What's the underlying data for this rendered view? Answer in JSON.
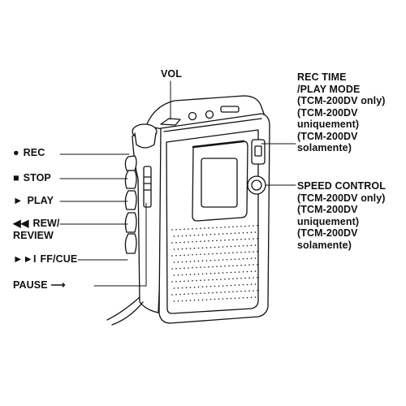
{
  "labels": {
    "vol": "VOL",
    "rec_time": [
      "REC TIME",
      "/PLAY MODE",
      "(TCM-200DV only)",
      "(TCM-200DV",
      "uniquement)",
      "(TCM-200DV",
      "solamente)"
    ],
    "speed_control": [
      "SPEED CONTROL",
      "(TCM-200DV only)",
      "(TCM-200DV",
      "uniquement)",
      "(TCM-200DV",
      "solamente)"
    ],
    "rec": "REC",
    "stop": "STOP",
    "play": "PLAY",
    "rew": [
      "REW/",
      "REVIEW"
    ],
    "ff_cue": "FF/CUE",
    "pause": "PAUSE"
  },
  "symbols": {
    "rec": "●",
    "stop": "■",
    "play": "►",
    "rew": "◀◀",
    "ff": "►►I",
    "pause": "⟶"
  },
  "colors": {
    "line": "#111111",
    "fill": "#ffffff"
  }
}
